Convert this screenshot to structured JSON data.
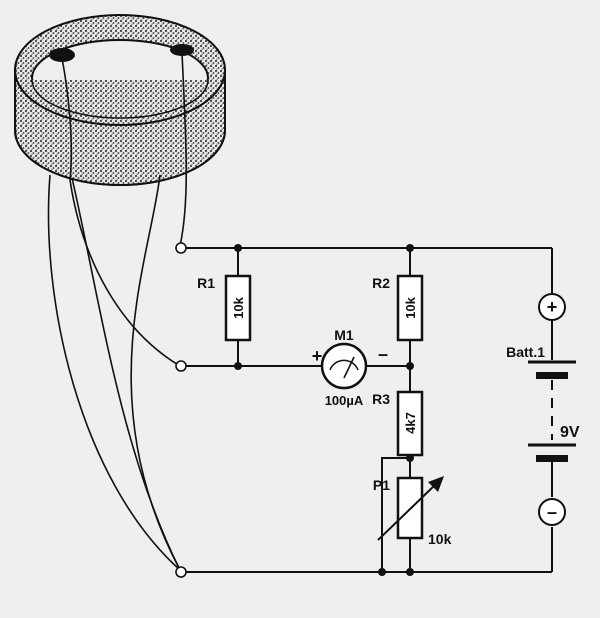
{
  "components": {
    "r1": {
      "name": "R1",
      "value": "10k"
    },
    "r2": {
      "name": "R2",
      "value": "10k"
    },
    "r3": {
      "name": "R3",
      "value": "4k7"
    },
    "p1": {
      "name": "P1",
      "value": "10k"
    },
    "m1": {
      "name": "M1",
      "value": "100µA",
      "plus": "+",
      "minus": "–"
    },
    "battery": {
      "name": "Batt.1",
      "value": "9V",
      "plus": "+",
      "minus": "–"
    }
  }
}
